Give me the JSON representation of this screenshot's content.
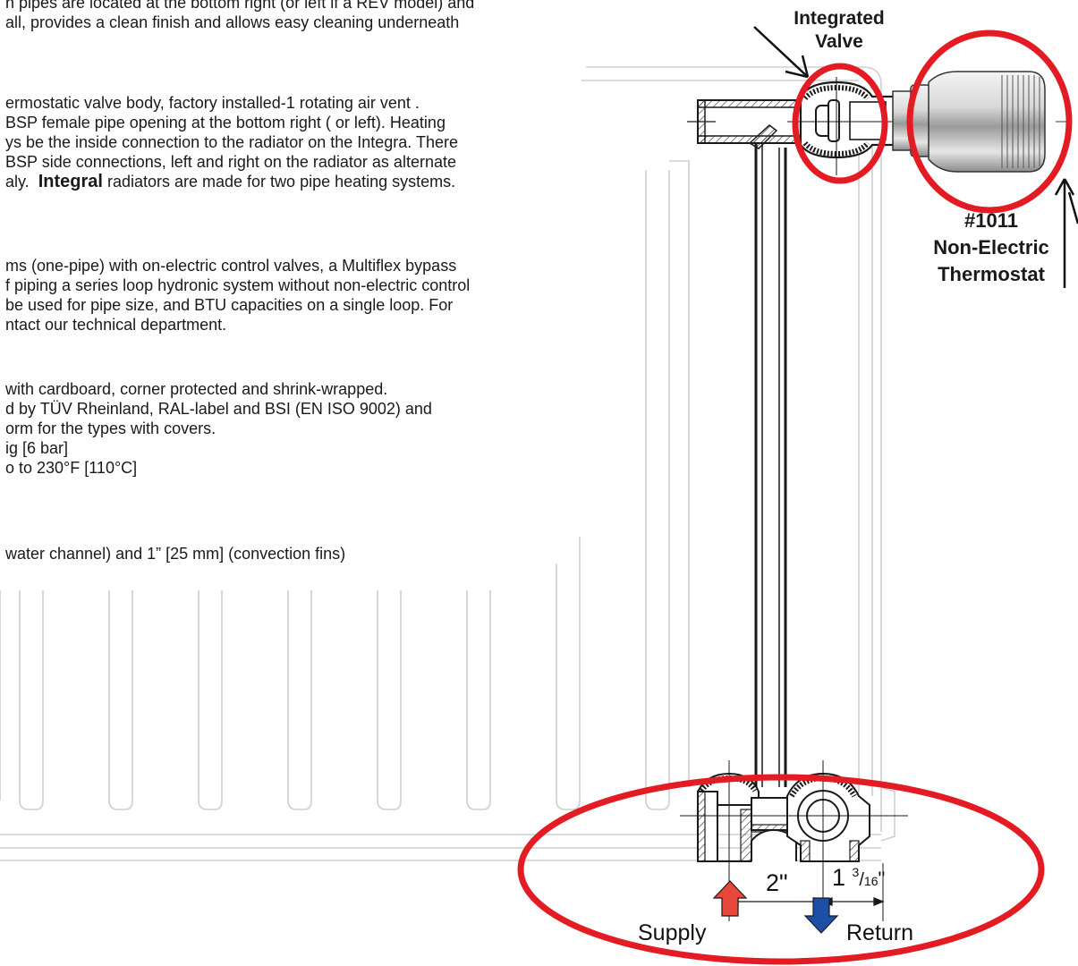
{
  "text": {
    "p1": [
      "n pipes are located at the bottom right (or left if a REV model) and",
      "all, provides a clean finish and allows easy cleaning underneath"
    ],
    "p2_line1": "ermostatic valve body, factory installed-1 rotating air vent .",
    "p2_line2": "BSP female pipe opening at the bottom right ( or left). Heating",
    "p2_line3": "ys be the inside connection to the radiator on the Integra. There",
    "p2_line4": "BSP side connections, left and right on the radiator as alternate",
    "p2_line5_pre": "aly.",
    "p2_line5_bold": "Integral",
    "p2_line5_post": "radiators are made for two pipe heating systems.",
    "p3": [
      "ms (one-pipe) with on-electric control valves, a Multiflex bypass",
      "f piping a series loop hydronic system without non-electric control",
      "be used for pipe size, and BTU capacities on a single loop. For",
      "ntact our technical department."
    ],
    "p4": [
      "with cardboard, corner protected and shrink-wrapped.",
      "d by TÜV Rheinland, RAL-label and BSI (EN ISO 9002) and",
      "orm for the types with covers.",
      "ig [6 bar]",
      "o to 230°F [110°C]"
    ],
    "p5": "water channel) and 1” [25 mm] (convection fins)"
  },
  "callouts": {
    "valve": [
      "Integrated",
      "Valve"
    ],
    "thermostat": [
      "#1011",
      "Non-Electric",
      "Thermostat"
    ]
  },
  "dimensions": {
    "spacing": "2\"",
    "offset_whole": "1",
    "offset_num": "3",
    "offset_den": "16",
    "offset_unit": "\""
  },
  "flow": {
    "supply": "Supply",
    "return": "Return"
  },
  "colors": {
    "highlight": "#e31b23",
    "supply_arrow": "#e8473b",
    "return_arrow": "#1d4fa8",
    "drawing_line": "#1a1a1a",
    "faded_line": "#cfcfcf"
  }
}
